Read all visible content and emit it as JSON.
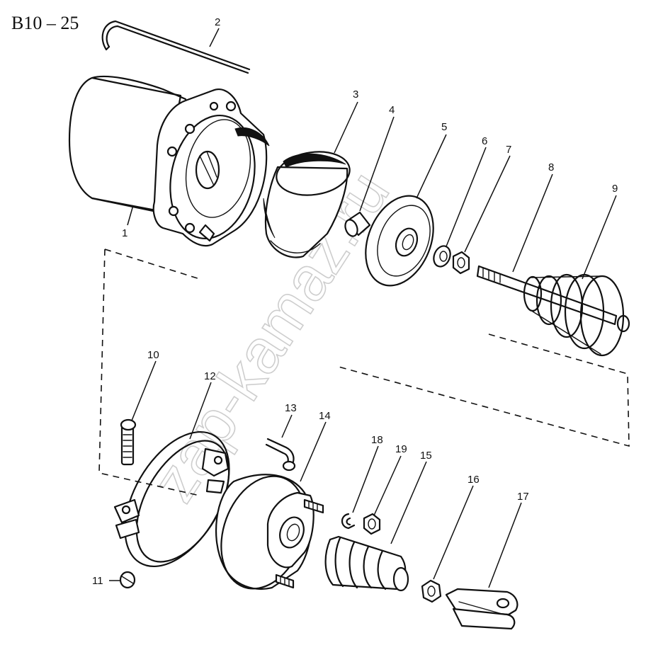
{
  "diagram_code": "B10 – 25",
  "watermark": "zap-kamaz.ru",
  "callouts": [
    {
      "label": "1",
      "part": "housing-cylinder"
    },
    {
      "label": "2",
      "part": "hex-key"
    },
    {
      "label": "3",
      "part": "cup"
    },
    {
      "label": "4",
      "part": "bushing"
    },
    {
      "label": "5",
      "part": "diaphragm-plate"
    },
    {
      "label": "6",
      "part": "washer"
    },
    {
      "label": "7",
      "part": "nut"
    },
    {
      "label": "8",
      "part": "pushrod"
    },
    {
      "label": "9",
      "part": "conical-spring"
    },
    {
      "label": "10",
      "part": "bolt"
    },
    {
      "label": "11",
      "part": "small-nut"
    },
    {
      "label": "12",
      "part": "clamp-ring"
    },
    {
      "label": "13",
      "part": "fitting-elbow"
    },
    {
      "label": "14",
      "part": "chamber-cover"
    },
    {
      "label": "15",
      "part": "boot"
    },
    {
      "label": "16",
      "part": "fork-nut"
    },
    {
      "label": "17",
      "part": "clevis-fork"
    },
    {
      "label": "18",
      "part": "lock-washer"
    },
    {
      "label": "19",
      "part": "hex-nut"
    }
  ]
}
